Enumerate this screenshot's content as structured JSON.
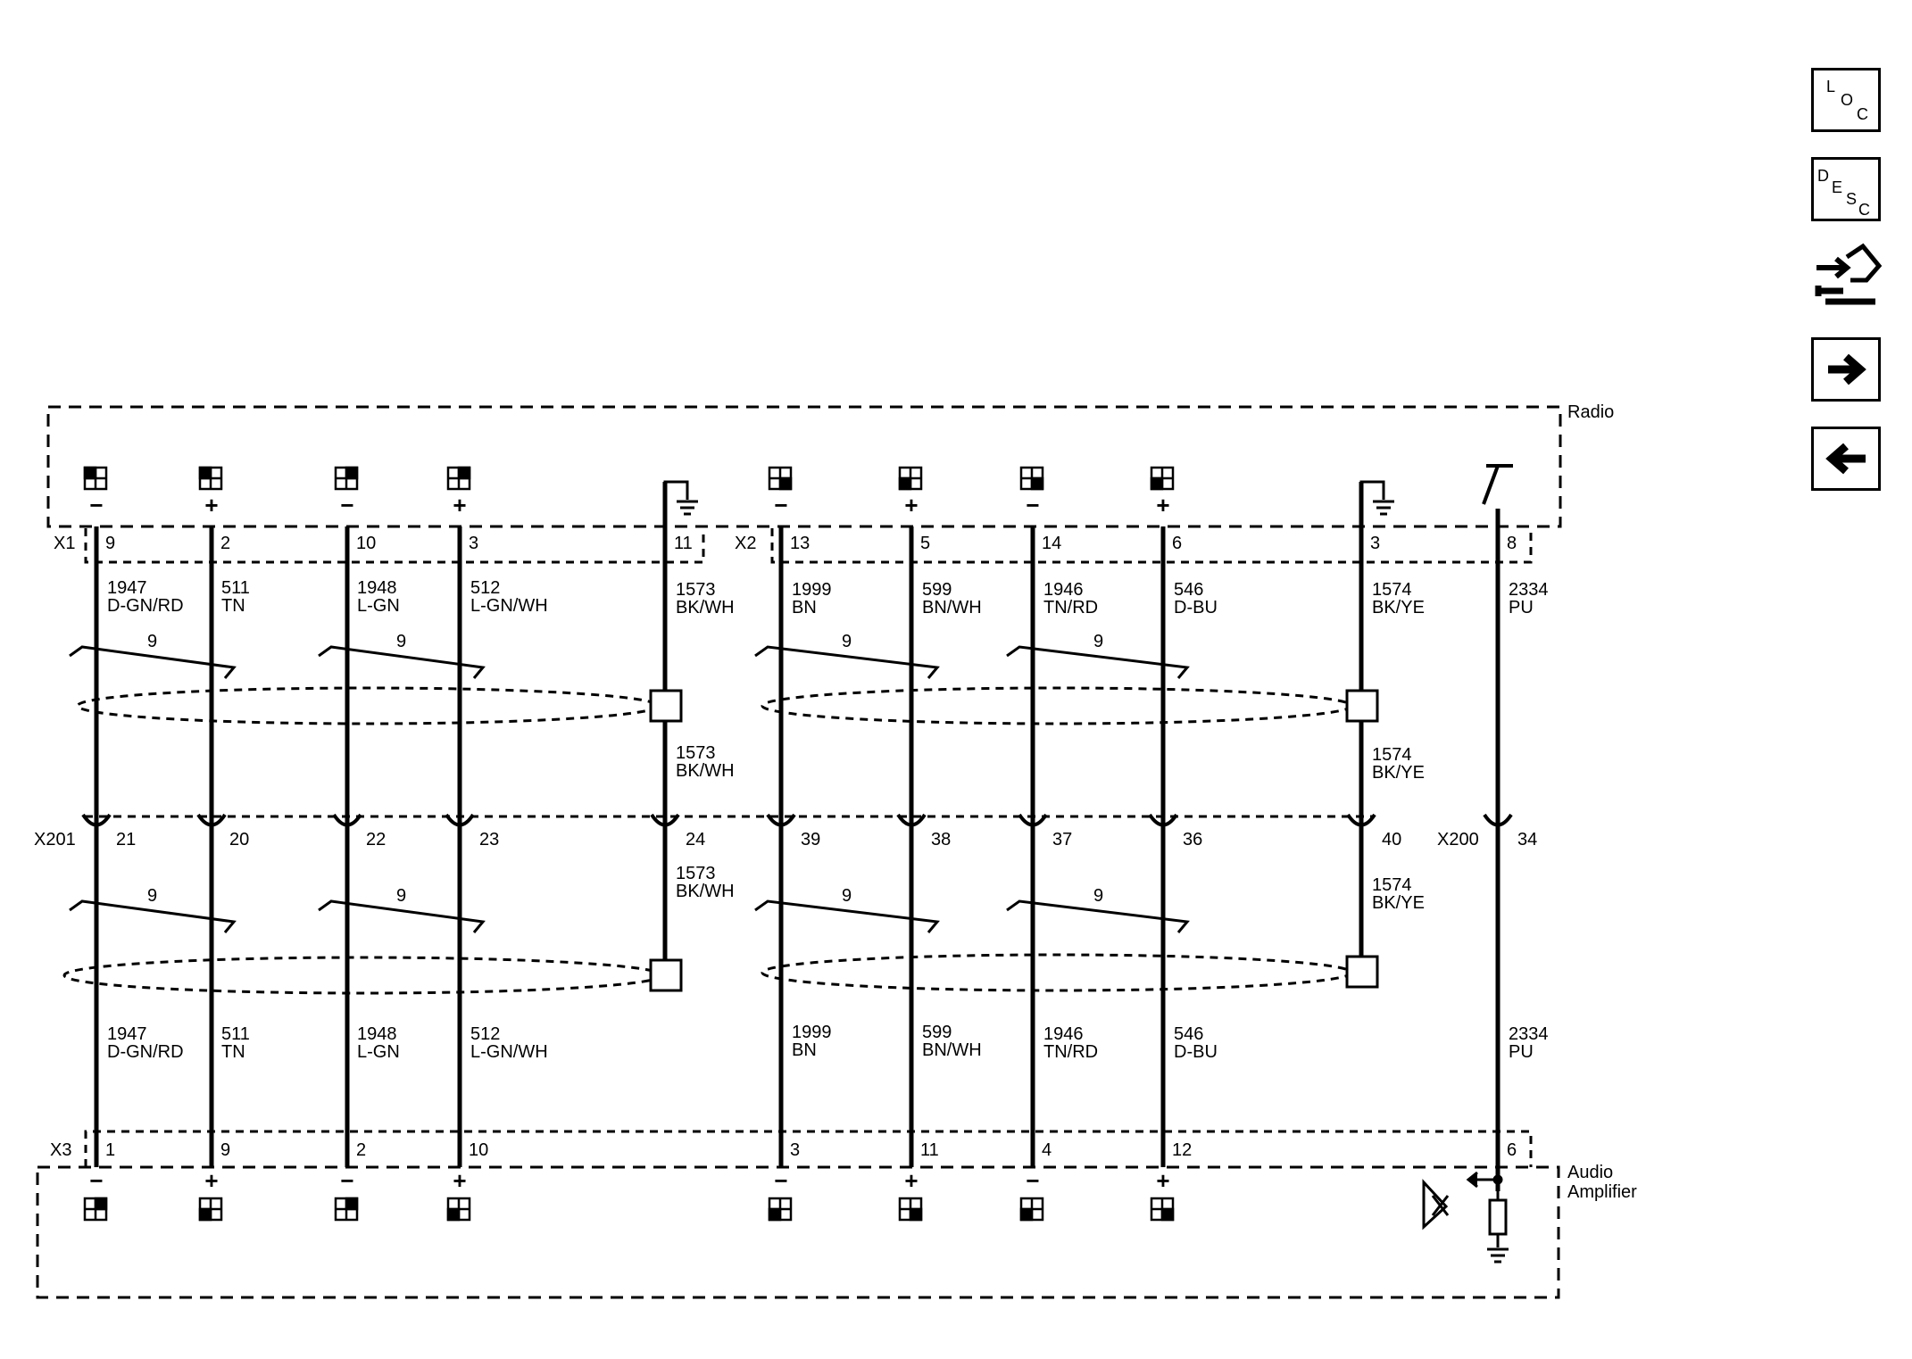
{
  "radio": {
    "name": "Radio",
    "connectors": [
      "X1",
      "X2"
    ],
    "circuits": [
      {
        "pin": "9",
        "num": "1947",
        "color": "D-GN/RD",
        "sign": "−"
      },
      {
        "pin": "2",
        "num": "511",
        "color": "TN",
        "sign": "+"
      },
      {
        "pin": "10",
        "num": "1948",
        "color": "L-GN",
        "sign": "−"
      },
      {
        "pin": "3",
        "num": "512",
        "color": "L-GN/WH",
        "sign": "+"
      },
      {
        "pin": "11",
        "num": "1573",
        "color": "BK/WH",
        "sign": ""
      },
      {
        "pin": "13",
        "num": "1999",
        "color": "BN",
        "sign": "−"
      },
      {
        "pin": "5",
        "num": "599",
        "color": "BN/WH",
        "sign": "+"
      },
      {
        "pin": "14",
        "num": "1946",
        "color": "TN/RD",
        "sign": "−"
      },
      {
        "pin": "6",
        "num": "546",
        "color": "D-BU",
        "sign": "+"
      },
      {
        "pin": "3",
        "num": "1574",
        "color": "BK/YE",
        "sign": ""
      },
      {
        "pin": "8",
        "num": "2334",
        "color": "PU",
        "sign": ""
      }
    ]
  },
  "inline": {
    "connectors": [
      "X201",
      "X200"
    ],
    "pins": [
      "21",
      "20",
      "22",
      "23",
      "24",
      "39",
      "38",
      "37",
      "36",
      "40",
      "34"
    ]
  },
  "amplifier": {
    "name": "Audio Amplifier",
    "connector": "X3",
    "pins": [
      "1",
      "9",
      "2",
      "10",
      "3",
      "11",
      "4",
      "12",
      "6"
    ],
    "signs": [
      "−",
      "+",
      "−",
      "+",
      "−",
      "+",
      "−",
      "+"
    ]
  },
  "twist_count": "9",
  "nav": {
    "loc": [
      "L",
      "O",
      "C"
    ],
    "desc": [
      "D",
      "E",
      "S",
      "C"
    ],
    "icons": [
      "loc-icon",
      "desc-icon",
      "connector-pinout-icon",
      "next-page-icon",
      "previous-page-icon"
    ]
  }
}
